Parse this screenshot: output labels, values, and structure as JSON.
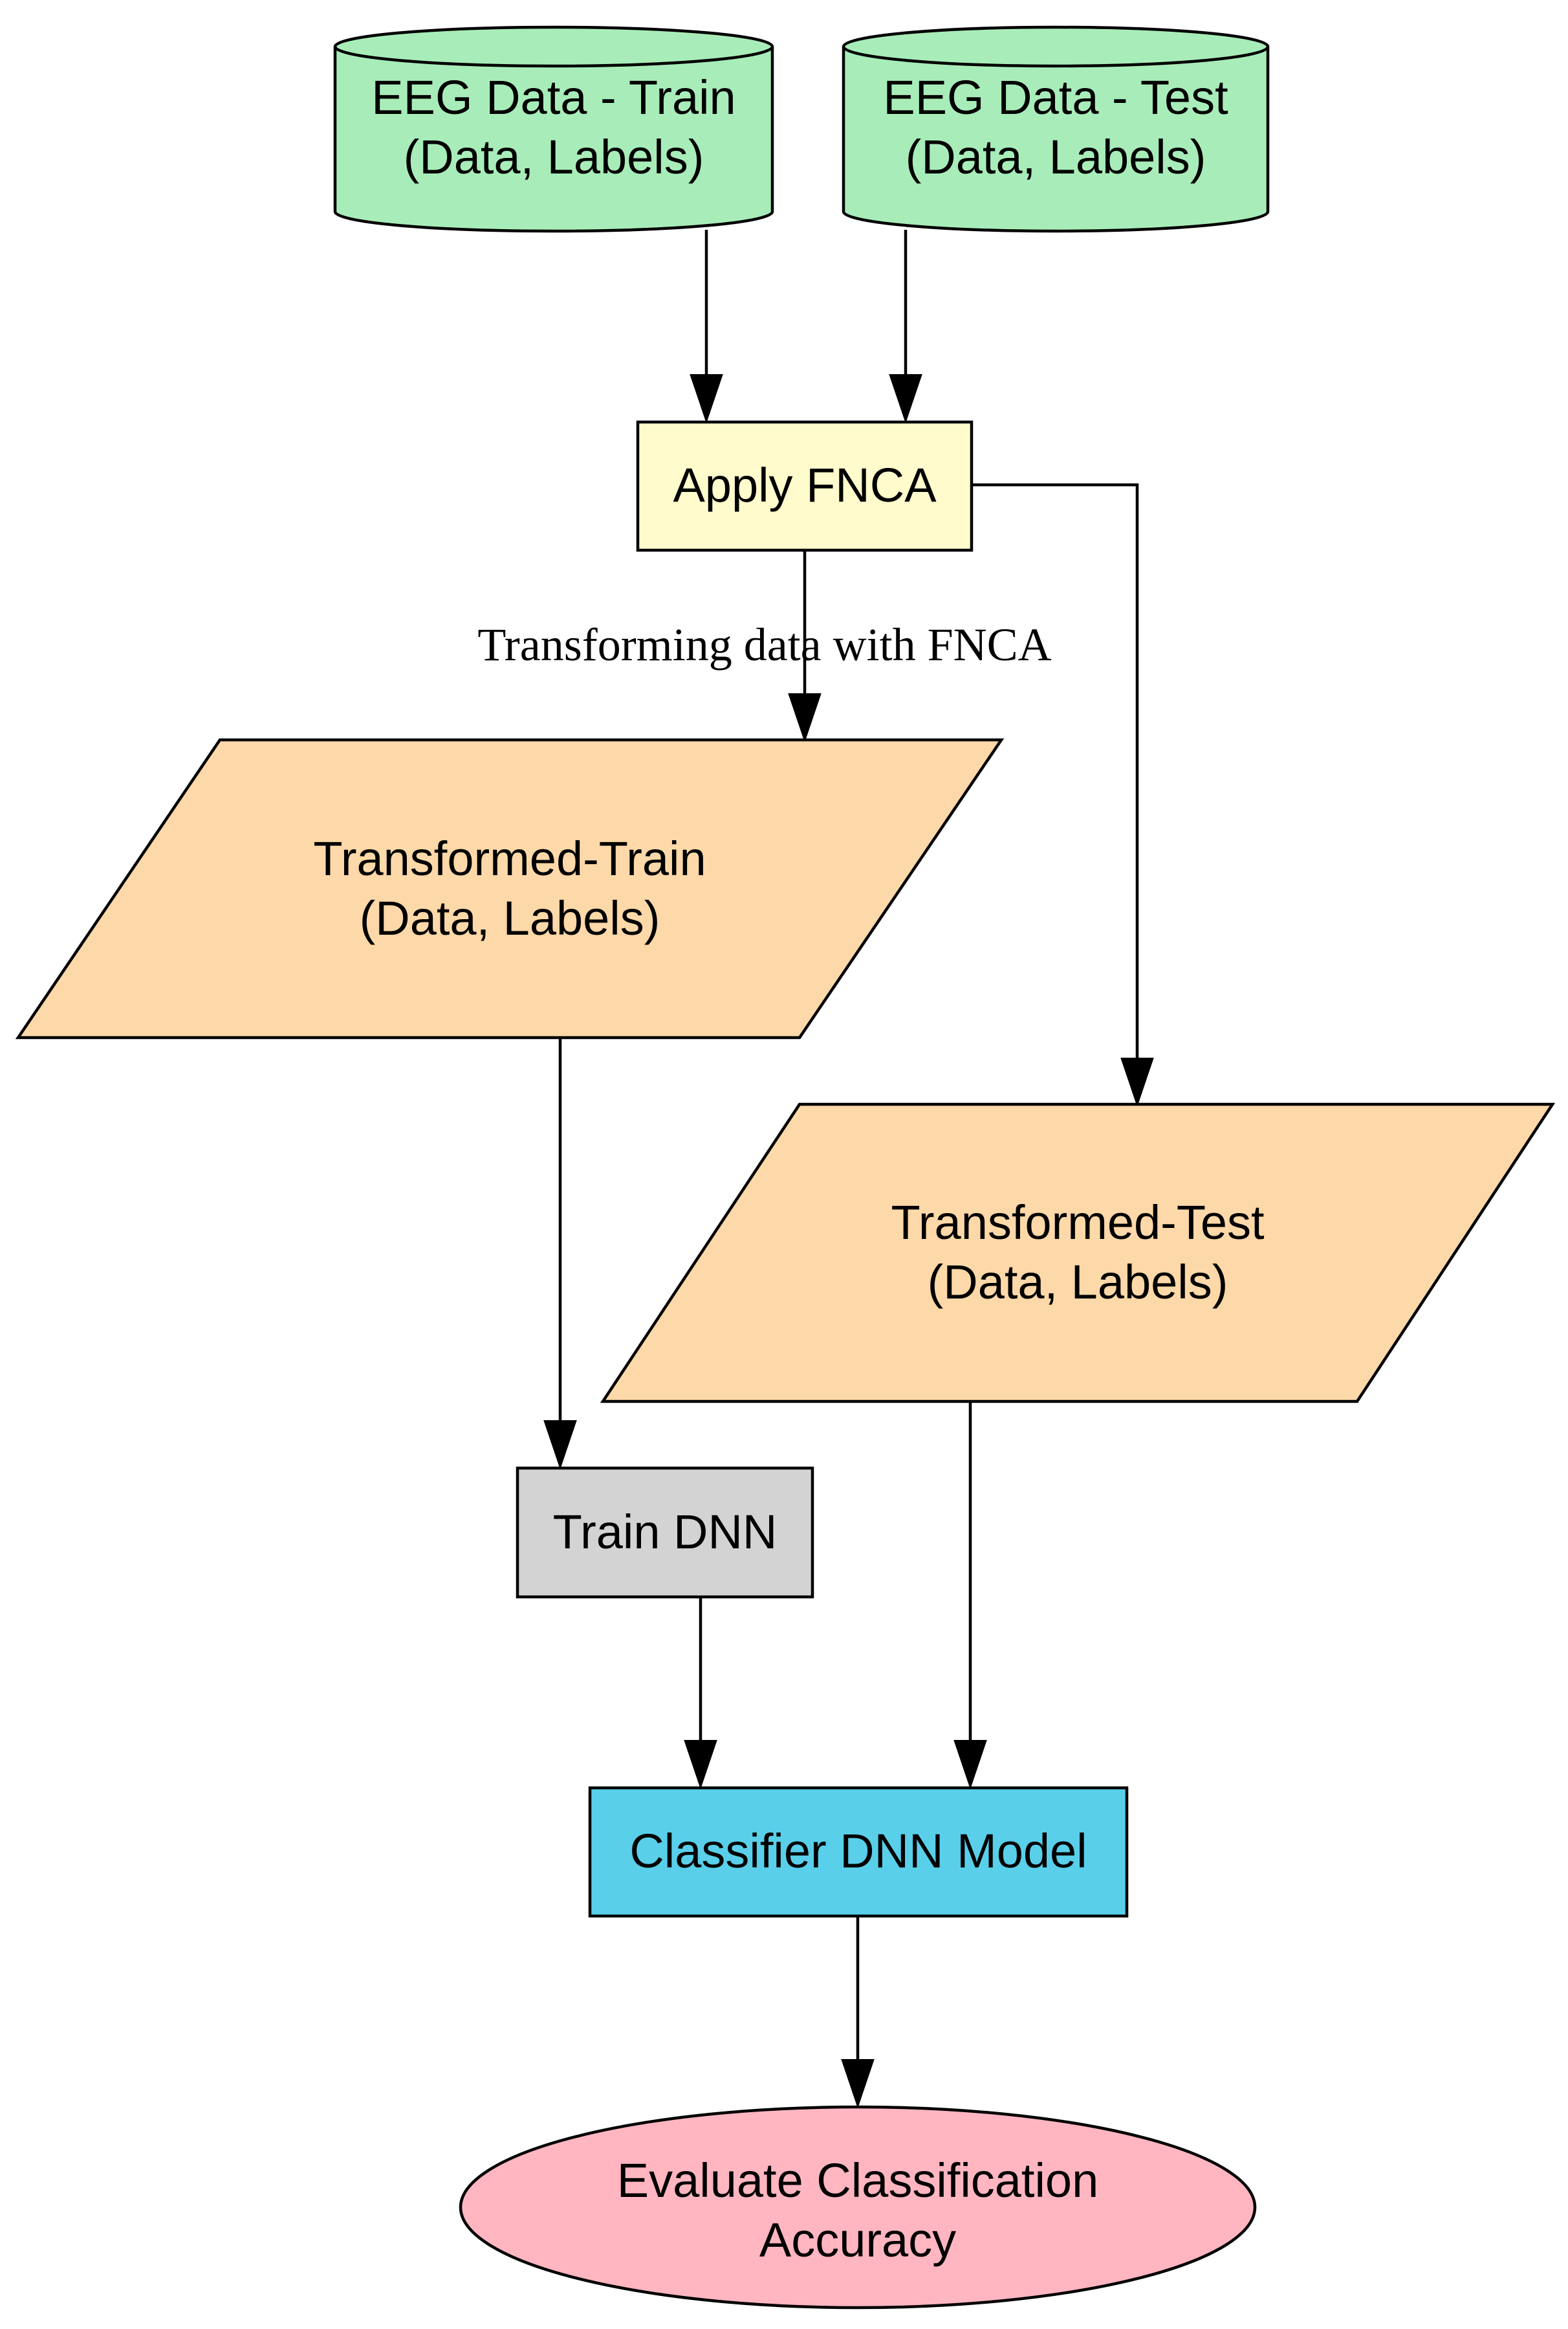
{
  "colors": {
    "datastore": "#a8edb9",
    "process": "#fffbcc",
    "transformed": "#fdd8a8",
    "train": "#d3d3d3",
    "model": "#59cfea",
    "evaluate": "#ffb6c1"
  },
  "nodes": {
    "eeg_train": {
      "line1": "EEG Data - Train",
      "line2": "(Data, Labels)"
    },
    "eeg_test": {
      "line1": "EEG Data - Test",
      "line2": "(Data, Labels)"
    },
    "apply_fnca": {
      "label": "Apply FNCA"
    },
    "transformed_train": {
      "line1": "Transformed-Train",
      "line2": "(Data, Labels)"
    },
    "transformed_test": {
      "line1": "Transformed-Test",
      "line2": "(Data, Labels)"
    },
    "train_dnn": {
      "label": "Train DNN"
    },
    "classifier": {
      "label": "Classifier DNN Model"
    },
    "evaluate": {
      "line1": "Evaluate Classification",
      "line2": "Accuracy"
    }
  },
  "edges": {
    "fnca_to_train_label": "Transforming data with FNCA"
  }
}
